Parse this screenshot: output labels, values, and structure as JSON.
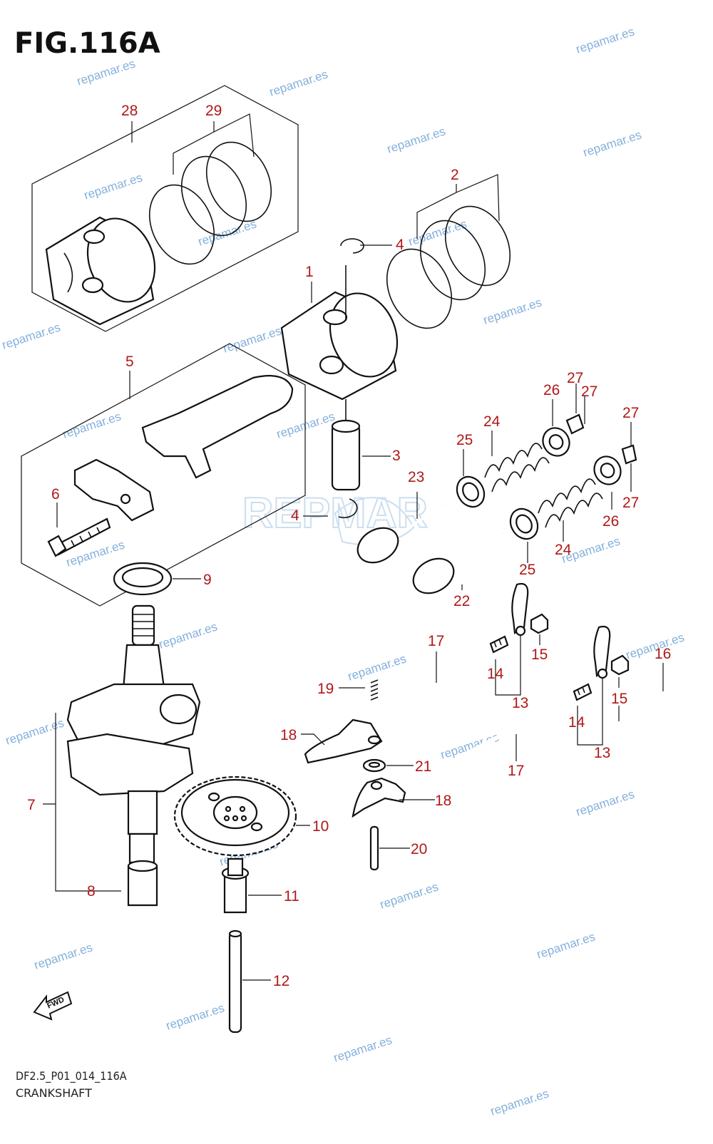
{
  "figure": {
    "title": "FIG.116A",
    "code": "DF2.5_P01_014_116A",
    "name": "CRANKSHAFT"
  },
  "callouts": {
    "c1": "1",
    "c2": "2",
    "c3": "3",
    "c4a": "4",
    "c4b": "4",
    "c5": "5",
    "c6": "6",
    "c7": "7",
    "c8": "8",
    "c9": "9",
    "c10": "10",
    "c11": "11",
    "c12": "12",
    "c13a": "13",
    "c13b": "13",
    "c14a": "14",
    "c14b": "14",
    "c15a": "15",
    "c15b": "15",
    "c16": "16",
    "c17a": "17",
    "c17b": "17",
    "c18a": "18",
    "c18b": "18",
    "c19": "19",
    "c20": "20",
    "c21": "21",
    "c22": "22",
    "c23": "23",
    "c24a": "24",
    "c24b": "24",
    "c25a": "25",
    "c25b": "25",
    "c26a": "26",
    "c26b": "26",
    "c27a": "27",
    "c27b": "27",
    "c27c": "27",
    "c27d": "27",
    "c28": "28",
    "c29": "29"
  },
  "fwd_label": "FWD",
  "watermark": {
    "text": "repamar.es",
    "logo_text": "REPMAR"
  },
  "colors": {
    "callout": "#b01818",
    "watermark": "#6fa3d6",
    "line": "#111111"
  }
}
